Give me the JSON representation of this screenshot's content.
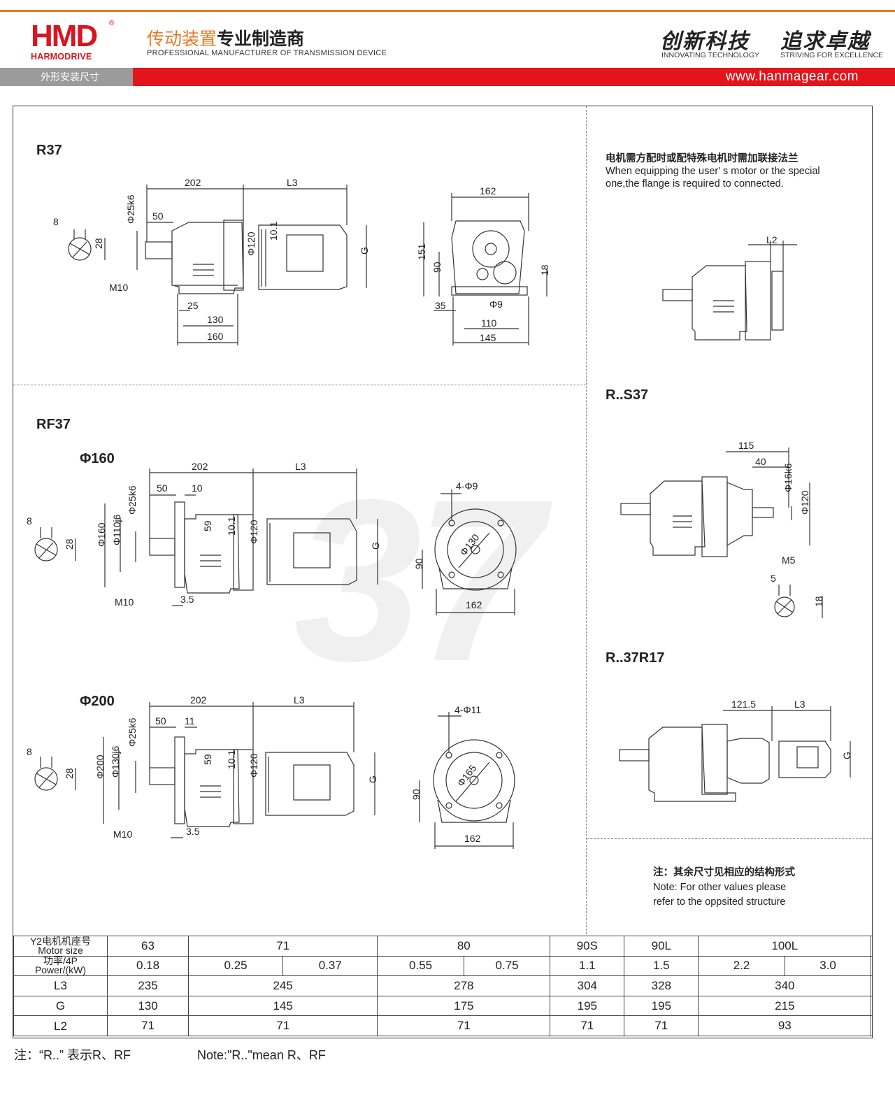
{
  "header": {
    "logo_mark": "HMD",
    "logo_brand": "HARMODRIVE",
    "logo_reg": "®",
    "tagline_cn_a": "传动装置",
    "tagline_cn_b": "专业制造商",
    "tagline_en": "PROFESSIONAL MANUFACTURER OF TRANSMISSION DEVICE",
    "slogan1_cn": "创新科技",
    "slogan1_en": "INNOVATING TECHNOLOGY",
    "slogan2_cn": "追求卓越",
    "slogan2_en": "STRIVING FOR EXCELLENCE",
    "section_label": "外形安装尺寸",
    "website": "www.hanmagear.com"
  },
  "watermark": "37",
  "r37": {
    "title": "R37",
    "dims": [
      "8",
      "28",
      "Φ25k6",
      "50",
      "202",
      "L3",
      "10.1",
      "Φ120",
      "G",
      "M10",
      "25",
      "130",
      "160",
      "162",
      "151",
      "90",
      "18",
      "35",
      "Φ9",
      "110",
      "145"
    ]
  },
  "rf37": {
    "title": "RF37",
    "flange160": {
      "title": "Φ160",
      "dims": [
        "8",
        "28",
        "Φ160",
        "Φ110j6",
        "Φ25k6",
        "50",
        "10",
        "202",
        "L3",
        "59",
        "10.1",
        "Φ120",
        "G",
        "M10",
        "3.5",
        "4-Φ9",
        "Φ130",
        "90",
        "162"
      ]
    },
    "flange200": {
      "title": "Φ200",
      "dims": [
        "8",
        "28",
        "Φ200",
        "Φ130j6",
        "Φ25k6",
        "50",
        "11",
        "202",
        "L3",
        "59",
        "10.1",
        "Φ120",
        "G",
        "M10",
        "3.5",
        "4-Φ11",
        "Φ165",
        "90",
        "162"
      ]
    }
  },
  "flange_note": {
    "cn": "电机需方配时或配特殊电机时需加联接法兰",
    "en1": "When equipping the user' s motor or the special",
    "en2": "one,the flange is required to connected.",
    "dims": [
      "L2"
    ]
  },
  "rs37": {
    "title": "R..S37",
    "dims": [
      "115",
      "40",
      "Φ16k6",
      "Φ120",
      "M5",
      "5",
      "18"
    ]
  },
  "r37r17": {
    "title": "R..37R17",
    "dims": [
      "121.5",
      "L3",
      "G"
    ]
  },
  "side_note": {
    "cn": "注：其余尺寸见相应的结构形式",
    "en1": "Note: For other values please",
    "en2": "refer to the oppsited structure"
  },
  "table": {
    "row_motor": {
      "head_cn": "Y2电机机座号",
      "head_en": "Motor size",
      "cells": [
        "63",
        "71",
        "80",
        "90S",
        "90L",
        "100L"
      ]
    },
    "row_power": {
      "head_cn": "功率/4P",
      "head_en": "Power/(kW)",
      "cells": [
        "0.18",
        "0.25",
        "0.37",
        "0.55",
        "0.75",
        "1.1",
        "1.5",
        "2.2",
        "3.0"
      ]
    },
    "row_l3": {
      "head": "L3",
      "cells": [
        "235",
        "245",
        "278",
        "304",
        "328",
        "340"
      ]
    },
    "row_g": {
      "head": "G",
      "cells": [
        "130",
        "145",
        "175",
        "195",
        "195",
        "215"
      ]
    },
    "row_l2": {
      "head": "L2",
      "cells": [
        "71",
        "71",
        "71",
        "71",
        "71",
        "93"
      ]
    }
  },
  "footnote": {
    "cn": "注：“R..” 表示R、RF",
    "en": "Note:\"R..\"mean R、RF"
  }
}
